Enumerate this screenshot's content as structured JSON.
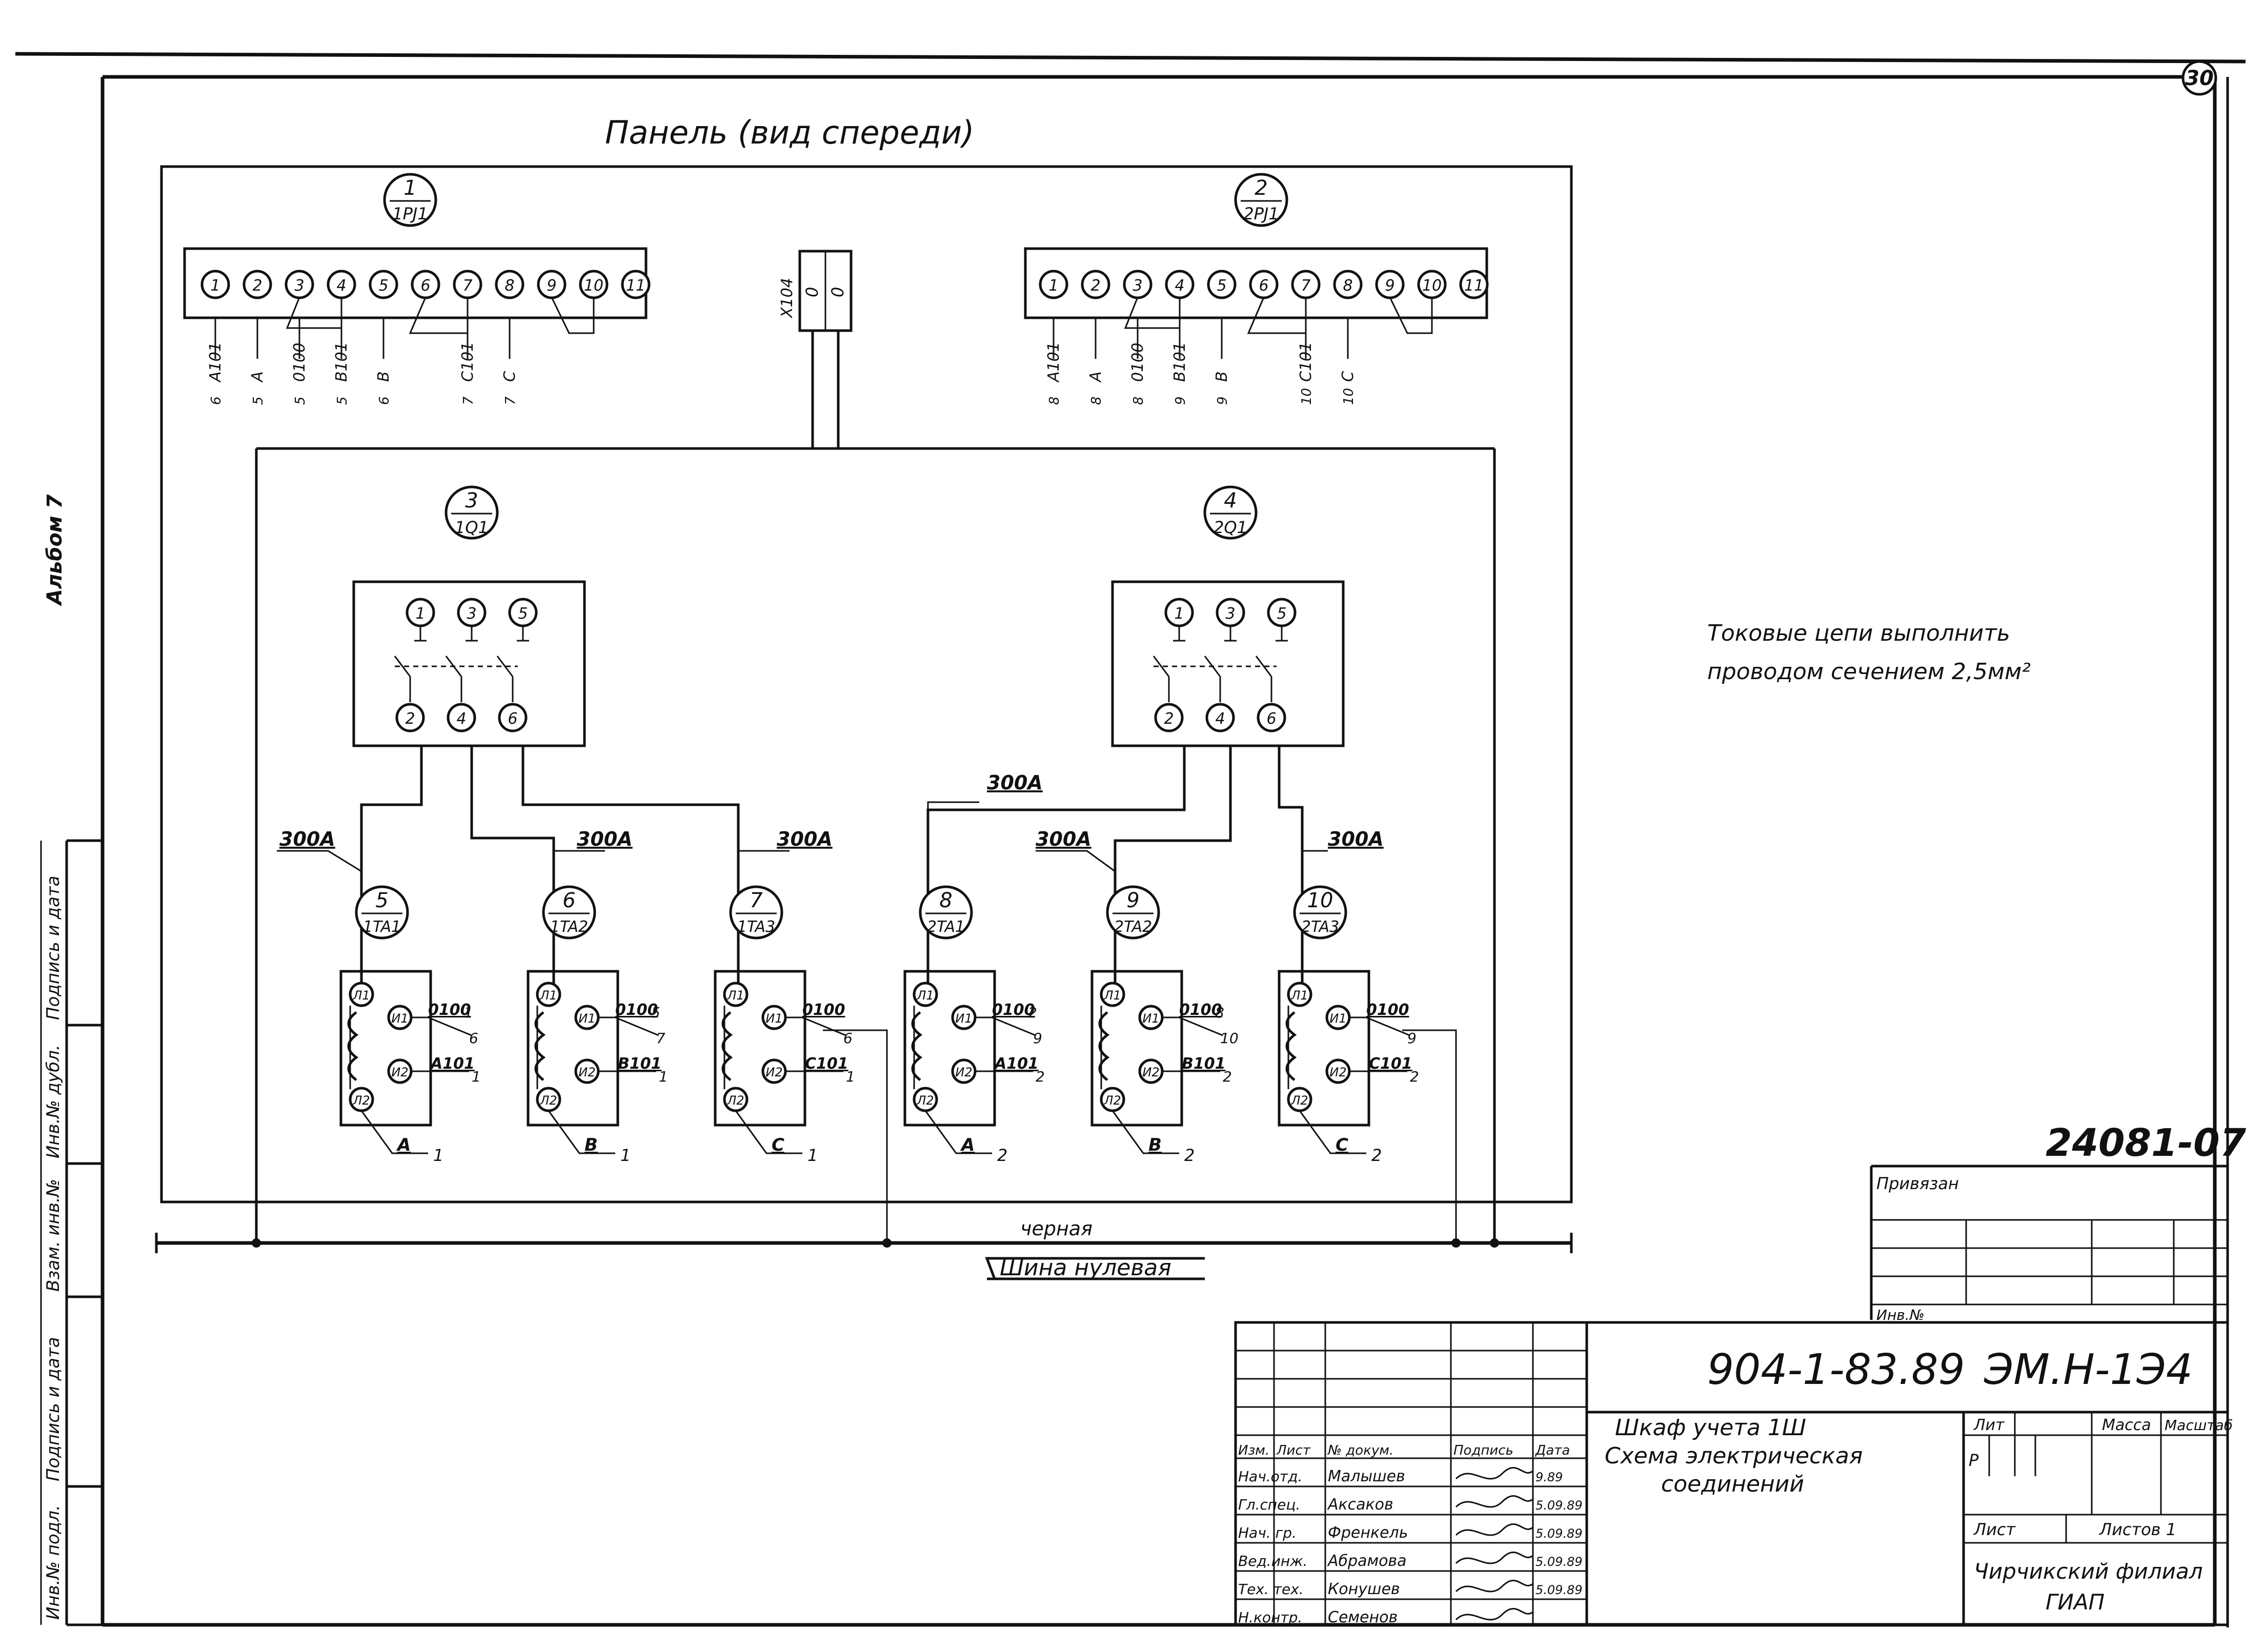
{
  "sheet": {
    "number": "30",
    "album": "Альбом 7",
    "panel_title": "Панель (вид спереди)",
    "note_line1": "Токовые цепи выполнить",
    "note_line2": "проводом сечением 2,5мм²",
    "bus_color": "черная",
    "bus_name": "Шина нулевая",
    "terminal_name": "X104",
    "terminal_values": [
      "0",
      "0"
    ]
  },
  "relays": [
    {
      "num": "1",
      "code": "1PJ1",
      "pins": [
        "1",
        "2",
        "3",
        "4",
        "5",
        "6",
        "7",
        "8",
        "9",
        "10",
        "11"
      ],
      "wires": [
        [
          "6",
          "A101"
        ],
        [
          "5",
          "A"
        ],
        [
          "5",
          "0100"
        ],
        [
          "5",
          "B101"
        ],
        [
          "6",
          "B"
        ],
        [
          "7",
          "C101"
        ],
        [
          "7",
          "C"
        ]
      ]
    },
    {
      "num": "2",
      "code": "2PJ1",
      "pins": [
        "1",
        "2",
        "3",
        "4",
        "5",
        "6",
        "7",
        "8",
        "9",
        "10",
        "11"
      ],
      "wires": [
        [
          "8",
          "A101"
        ],
        [
          "8",
          "A"
        ],
        [
          "8",
          "0100"
        ],
        [
          "9",
          "B101"
        ],
        [
          "9",
          "B"
        ],
        [
          "10",
          "C101"
        ],
        [
          "10",
          "C"
        ]
      ]
    }
  ],
  "breakers": [
    {
      "num": "3",
      "code": "1Q1",
      "top_pins": [
        "1",
        "3",
        "5"
      ],
      "bottom_pins": [
        "2",
        "4",
        "6"
      ]
    },
    {
      "num": "4",
      "code": "2Q1",
      "top_pins": [
        "1",
        "3",
        "5"
      ],
      "bottom_pins": [
        "2",
        "4",
        "6"
      ]
    }
  ],
  "wire_label": "300A",
  "transformers": [
    {
      "num": "5",
      "code": "1TA1",
      "out1": "0100",
      "out1_n": "1",
      "out1_to": "6",
      "out2": "A101",
      "out2_n": "1",
      "phase": "A",
      "idx": "1"
    },
    {
      "num": "6",
      "code": "1TA2",
      "out1": "0100",
      "out1_n": "5",
      "out1_to": "7",
      "out2": "B101",
      "out2_n": "1",
      "phase": "B",
      "idx": "1"
    },
    {
      "num": "7",
      "code": "1TA3",
      "out1": "0100",
      "out1_n": "",
      "out1_to": "6",
      "out2": "C101",
      "out2_n": "1",
      "phase": "C",
      "idx": "1"
    },
    {
      "num": "8",
      "code": "2TA1",
      "out1": "0100",
      "out1_n": "2",
      "out1_to": "9",
      "out2": "A101",
      "out2_n": "2",
      "phase": "A",
      "idx": "2"
    },
    {
      "num": "9",
      "code": "2TA2",
      "out1": "0100",
      "out1_n": "8",
      "out1_to": "10",
      "out2": "B101",
      "out2_n": "2",
      "phase": "B",
      "idx": "2"
    },
    {
      "num": "10",
      "code": "2TA3",
      "out1": "0100",
      "out1_n": "",
      "out1_to": "9",
      "out2": "C101",
      "out2_n": "2",
      "phase": "C",
      "idx": "2"
    }
  ],
  "ct_terminals": {
    "L1": "Л1",
    "L2": "Л2",
    "U1": "И1",
    "U2": "И2"
  },
  "side_stamp": [
    "Инв.№ подл.",
    "Подпись и дата",
    "Взам. инв.№",
    "Инв.№ дубл.",
    "Подпись и дата"
  ],
  "binding": {
    "label": "Привязан",
    "inv": "Инв.№",
    "code": "24081-07"
  },
  "title_block": {
    "doc_number": "904-1-83.89",
    "sheet_code": "ЭМ.Н-1Э4",
    "title_line1": "Шкаф учета 1Ш",
    "title_line2": "Схема электрическая",
    "title_line3": "соединений",
    "stage_header": "Лит",
    "mass_header": "Масса",
    "scale_header": "Масштаб",
    "stage_value": "Р",
    "sheet_label": "Лист",
    "sheets_label": "Листов 1",
    "org_line1": "Чирчикский филиал",
    "org_line2": "ГИАП",
    "header_cols": [
      "Изм.",
      "Лист",
      "№ докум.",
      "Подпись",
      "Дата"
    ],
    "people": [
      {
        "role": "Нач.отд.",
        "name": "Малышев",
        "date": "9.89"
      },
      {
        "role": "Гл.спец.",
        "name": "Аксаков",
        "date": "5.09.89"
      },
      {
        "role": "Нач. гр.",
        "name": "Френкель",
        "date": "5.09.89"
      },
      {
        "role": "Вед.инж.",
        "name": "Абрамова",
        "date": "5.09.89"
      },
      {
        "role": "Тех. тех.",
        "name": "Конушев",
        "date": "5.09.89"
      },
      {
        "role": "Н.контр.",
        "name": "Семенов",
        "date": ""
      }
    ]
  }
}
